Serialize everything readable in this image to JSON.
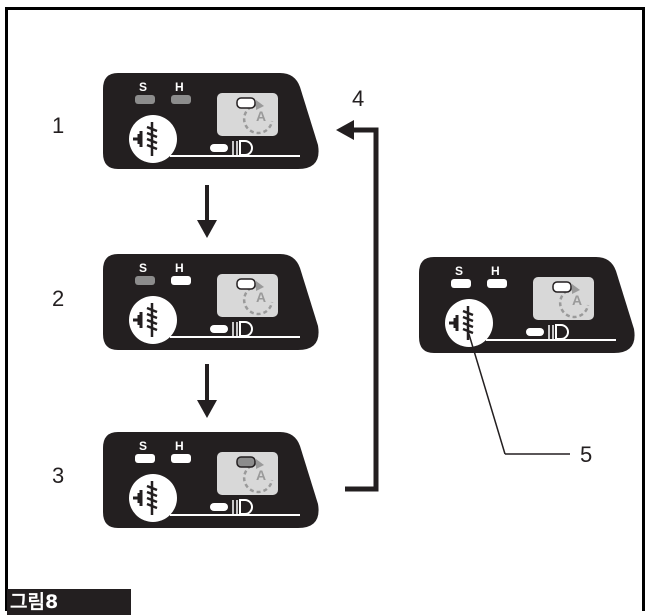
{
  "figure_label": "그림8",
  "colors": {
    "panel": "#231f20",
    "indicator_lit": "#8c8c8c",
    "indicator_off": "#ffffff",
    "display": "#d8d8d8"
  },
  "panels": [
    {
      "callout": "1",
      "s_label": "S",
      "h_label": "H",
      "s_lit": true,
      "h_lit": true,
      "auto_lit": false,
      "auto_letter": "A"
    },
    {
      "callout": "2",
      "s_label": "S",
      "h_label": "H",
      "s_lit": true,
      "h_lit": false,
      "auto_lit": false,
      "auto_letter": "A"
    },
    {
      "callout": "3",
      "s_label": "S",
      "h_label": "H",
      "s_lit": false,
      "h_lit": false,
      "auto_lit": true,
      "auto_letter": "A"
    },
    {
      "callout": "",
      "s_label": "S",
      "h_label": "H",
      "s_lit": false,
      "h_lit": false,
      "auto_lit": false,
      "auto_letter": "A"
    }
  ],
  "callouts": {
    "return_arrow": "4",
    "mode_button": "5"
  }
}
